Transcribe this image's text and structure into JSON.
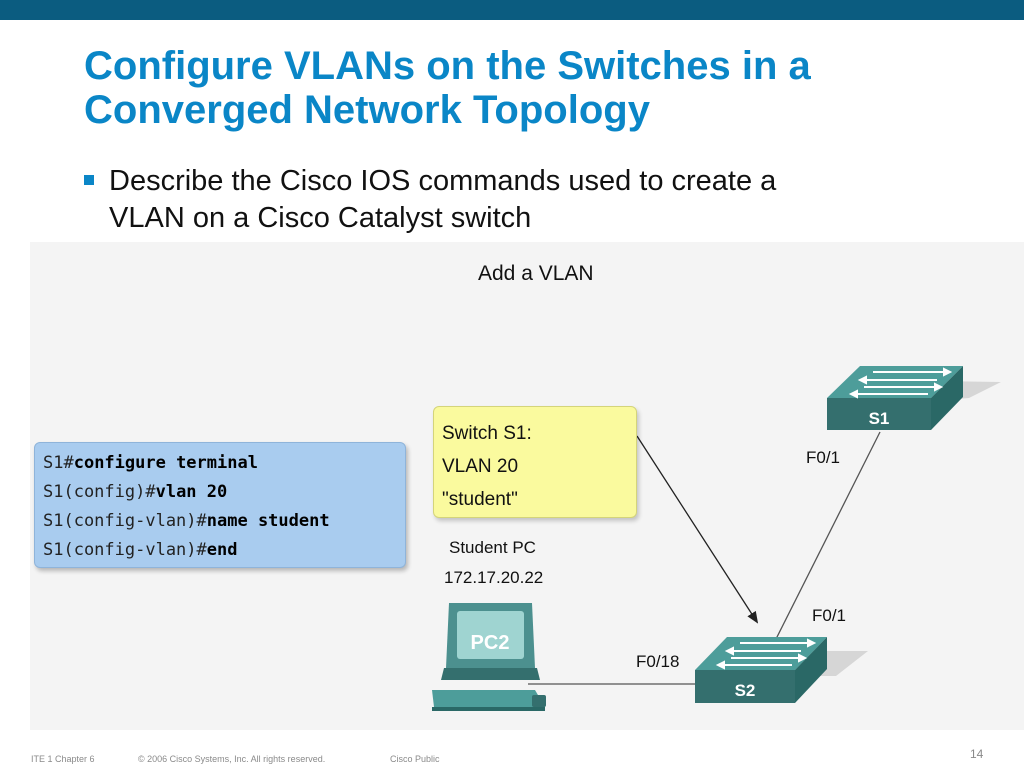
{
  "slide": {
    "title_line1": "Configure VLANs on the Switches in a",
    "title_line2": "Converged Network Topology",
    "bullet_line1": "Describe the Cisco IOS commands used to create a",
    "bullet_line2": "VLAN on a Cisco Catalyst switch",
    "accent_color": "#0a86c7",
    "bar_color": "#0b5c80"
  },
  "figure": {
    "title": "Add a VLAN",
    "cli": [
      {
        "prompt": "S1#",
        "command": "configure terminal"
      },
      {
        "prompt": "S1(config)#",
        "command": "vlan 20"
      },
      {
        "prompt": "S1(config-vlan)#",
        "command": "name student"
      },
      {
        "prompt": "S1(config-vlan)#",
        "command": "end"
      }
    ],
    "note": [
      "Switch S1:",
      "VLAN 20",
      "\"student\""
    ],
    "pc_label": "Student PC",
    "pc_ip": "172.17.20.22",
    "devices": {
      "s1": "S1",
      "s2": "S2",
      "pc": "PC2"
    },
    "ports": {
      "s1_f01": "F0/1",
      "s2_f01": "F0/1",
      "s2_f018": "F0/18"
    }
  },
  "footer": {
    "course": "ITE 1 Chapter 6",
    "copyright": "© 2006 Cisco Systems, Inc. All rights reserved.",
    "classification": "Cisco Public",
    "page": "14"
  }
}
